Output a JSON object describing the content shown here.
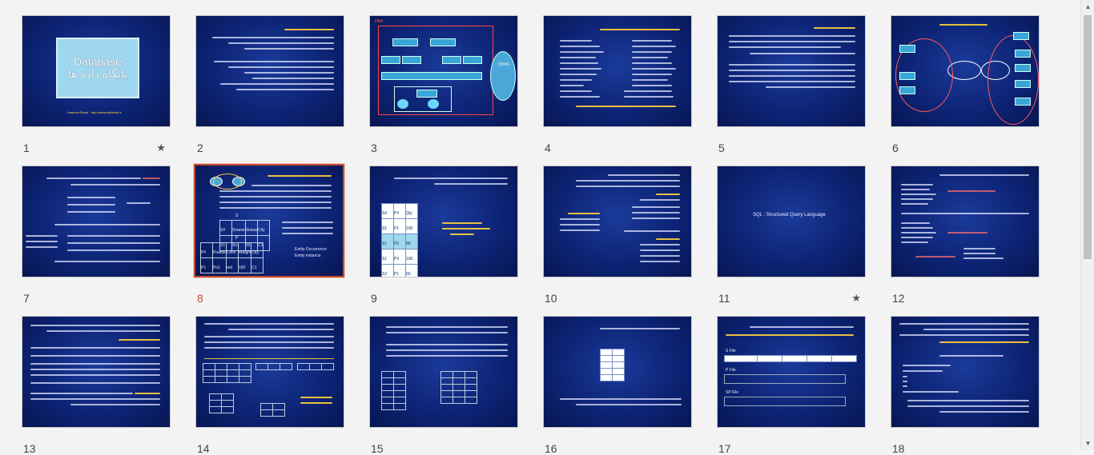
{
  "slides": [
    {
      "number": "1",
      "title": "Database",
      "subtitle": "پایگاه داده ها",
      "footer": "Hashem Rezai - http://www.abtinsoft.ir",
      "starred": true
    },
    {
      "number": "2",
      "starred": false
    },
    {
      "number": "3",
      "label": "DBA",
      "dbms": "DBMS",
      "starred": false
    },
    {
      "number": "4",
      "starred": false
    },
    {
      "number": "5",
      "starred": false
    },
    {
      "number": "6",
      "starred": false
    },
    {
      "number": "7",
      "starred": false
    },
    {
      "number": "8",
      "table_s": {
        "name": "S",
        "headers": [
          "S#",
          "Sname",
          "Status",
          "City"
        ],
        "row": [
          "S1",
          "Sn1",
          "20",
          "C1"
        ]
      },
      "table_p": {
        "name": "P",
        "headers": [
          "P#",
          "Pname",
          "Color",
          "Weight",
          "City"
        ],
        "row": [
          "P1",
          "Pn1",
          "red",
          "100",
          "C1"
        ]
      },
      "extra": [
        "Entity Occurrence",
        "Entity instance"
      ],
      "selected": true,
      "starred": false
    },
    {
      "number": "9",
      "table": {
        "headers": [
          "S#",
          "P#",
          "Qty"
        ],
        "rows": [
          [
            "S1",
            "P1",
            "100"
          ],
          [
            "S1",
            "P2",
            "80"
          ],
          [
            "S1",
            "P3",
            "100"
          ],
          [
            "S2",
            "P1",
            "60"
          ]
        ]
      },
      "starred": false
    },
    {
      "number": "10",
      "starred": false
    },
    {
      "number": "11",
      "text": "SQL : Structured Query Language",
      "starred": true
    },
    {
      "number": "12",
      "starred": false
    },
    {
      "number": "13",
      "starred": false
    },
    {
      "number": "14",
      "starred": false
    },
    {
      "number": "15",
      "starred": false
    },
    {
      "number": "16",
      "starred": false
    },
    {
      "number": "17",
      "labels": [
        "S File",
        "P File",
        "SP File"
      ],
      "starred": false
    },
    {
      "number": "18",
      "starred": false
    }
  ],
  "icons": {
    "star": "star-icon",
    "scroll_up": "scroll-up-arrow-icon",
    "scroll_down": "scroll-down-arrow-icon"
  }
}
